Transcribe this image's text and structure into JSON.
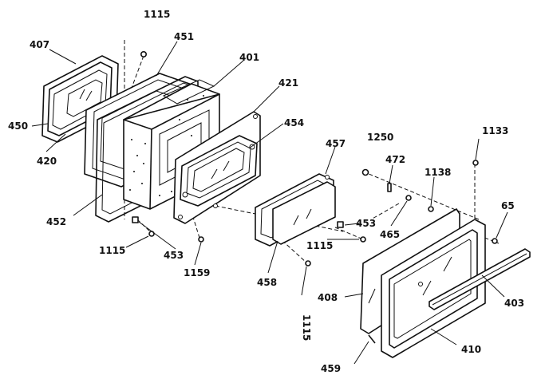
{
  "diagram": {
    "labels": {
      "407": "407",
      "451": "451",
      "1115_top": "1115",
      "401": "401",
      "421": "421",
      "450": "450",
      "420": "420",
      "454": "454",
      "457": "457",
      "1250": "1250",
      "472": "472",
      "1133": "1133",
      "1138": "1138",
      "65": "65",
      "452": "452",
      "453_right": "453",
      "465": "465",
      "1115_left": "1115",
      "453_left": "453",
      "1115_mid": "1115",
      "1159": "1159",
      "458": "458",
      "408": "408",
      "403": "403",
      "1115_bottom": "1115",
      "410": "410",
      "459": "459"
    }
  }
}
